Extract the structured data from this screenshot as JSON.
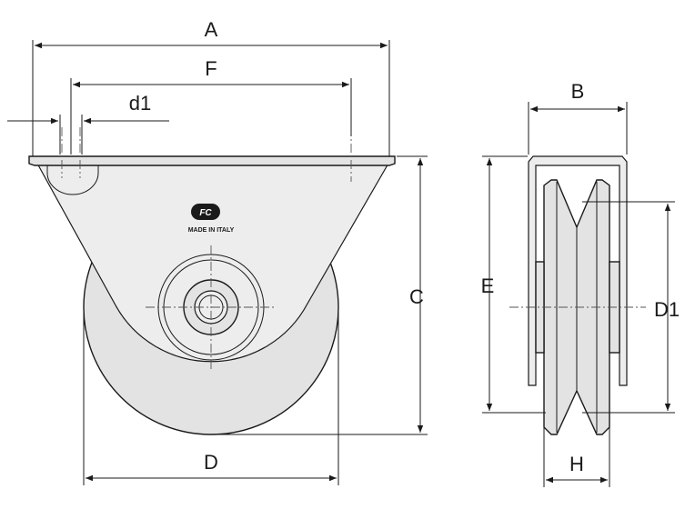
{
  "diagram": {
    "dimension_labels": {
      "A": "A",
      "F": "F",
      "d1": "d1",
      "C": "C",
      "D": "D",
      "B": "B",
      "E": "E",
      "D1": "D1",
      "H": "H"
    },
    "logo": {
      "badge": "FC",
      "caption": "MADE IN ITALY"
    },
    "colors": {
      "line": "#1a1a1a",
      "fill": "#e3e3e3",
      "background": "#ffffff"
    }
  }
}
